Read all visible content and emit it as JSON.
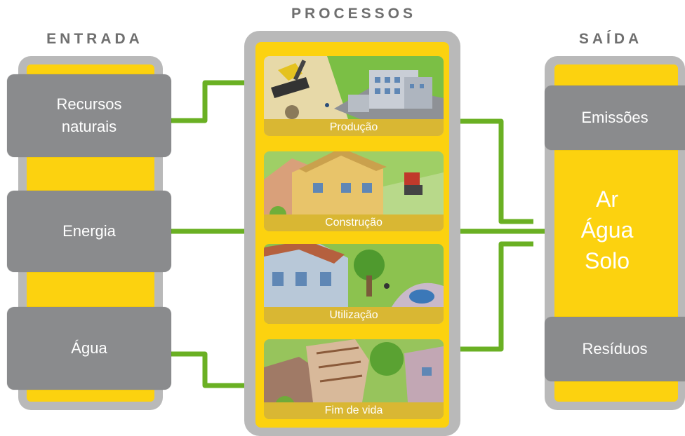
{
  "headings": {
    "input": "ENTRADA",
    "process": "PROCESSOS",
    "output": "SAÍDA"
  },
  "inputs": [
    {
      "label": "Recursos\nnaturais"
    },
    {
      "label": "Energia"
    },
    {
      "label": "Água"
    }
  ],
  "processes": [
    {
      "label": "Produção"
    },
    {
      "label": "Construção"
    },
    {
      "label": "Utilização"
    },
    {
      "label": "Fim de vida"
    }
  ],
  "outputs": {
    "top": "Emissões",
    "media": [
      "Ar",
      "Água",
      "Solo"
    ],
    "bottom": "Resíduos"
  },
  "colors": {
    "frame_gray": "#b9b9b9",
    "box_gray": "#8a8b8d",
    "yellow": "#fcd20f",
    "connector_green": "#6ab023",
    "heading_gray": "#6f6f6f"
  },
  "icons": {
    "producao": "factory-excavator-illustration",
    "construcao": "house-construction-illustration",
    "utilizacao": "house-in-use-illustration",
    "fim_de_vida": "demolition-illustration"
  }
}
